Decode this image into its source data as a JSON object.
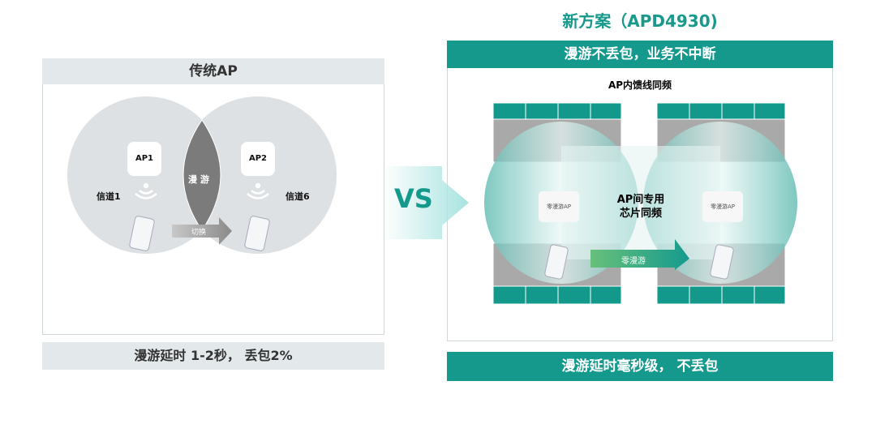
{
  "left": {
    "header": "传统AP",
    "ap1": "AP1",
    "ap2": "AP2",
    "channel1": "信道1",
    "channel6": "信道6",
    "roam": "漫 游",
    "switch": "切换",
    "footer": "漫游延时 1-2秒， 丢包2%"
  },
  "vs": "VS",
  "right": {
    "title": "新方案（APD4930)",
    "header": "漫游不丢包，业务不中断",
    "subtitle": "AP内馈线同频",
    "center_line1": "AP间专用",
    "center_line2": "芯片同频",
    "ap_left": "零漫游AP",
    "ap_right": "零漫游AP",
    "zero_roam": "零漫游",
    "footer": "漫游延时毫秒级， 不丢包"
  },
  "colors": {
    "teal": "#14998c",
    "gray_bar": "#e3e8ea"
  }
}
